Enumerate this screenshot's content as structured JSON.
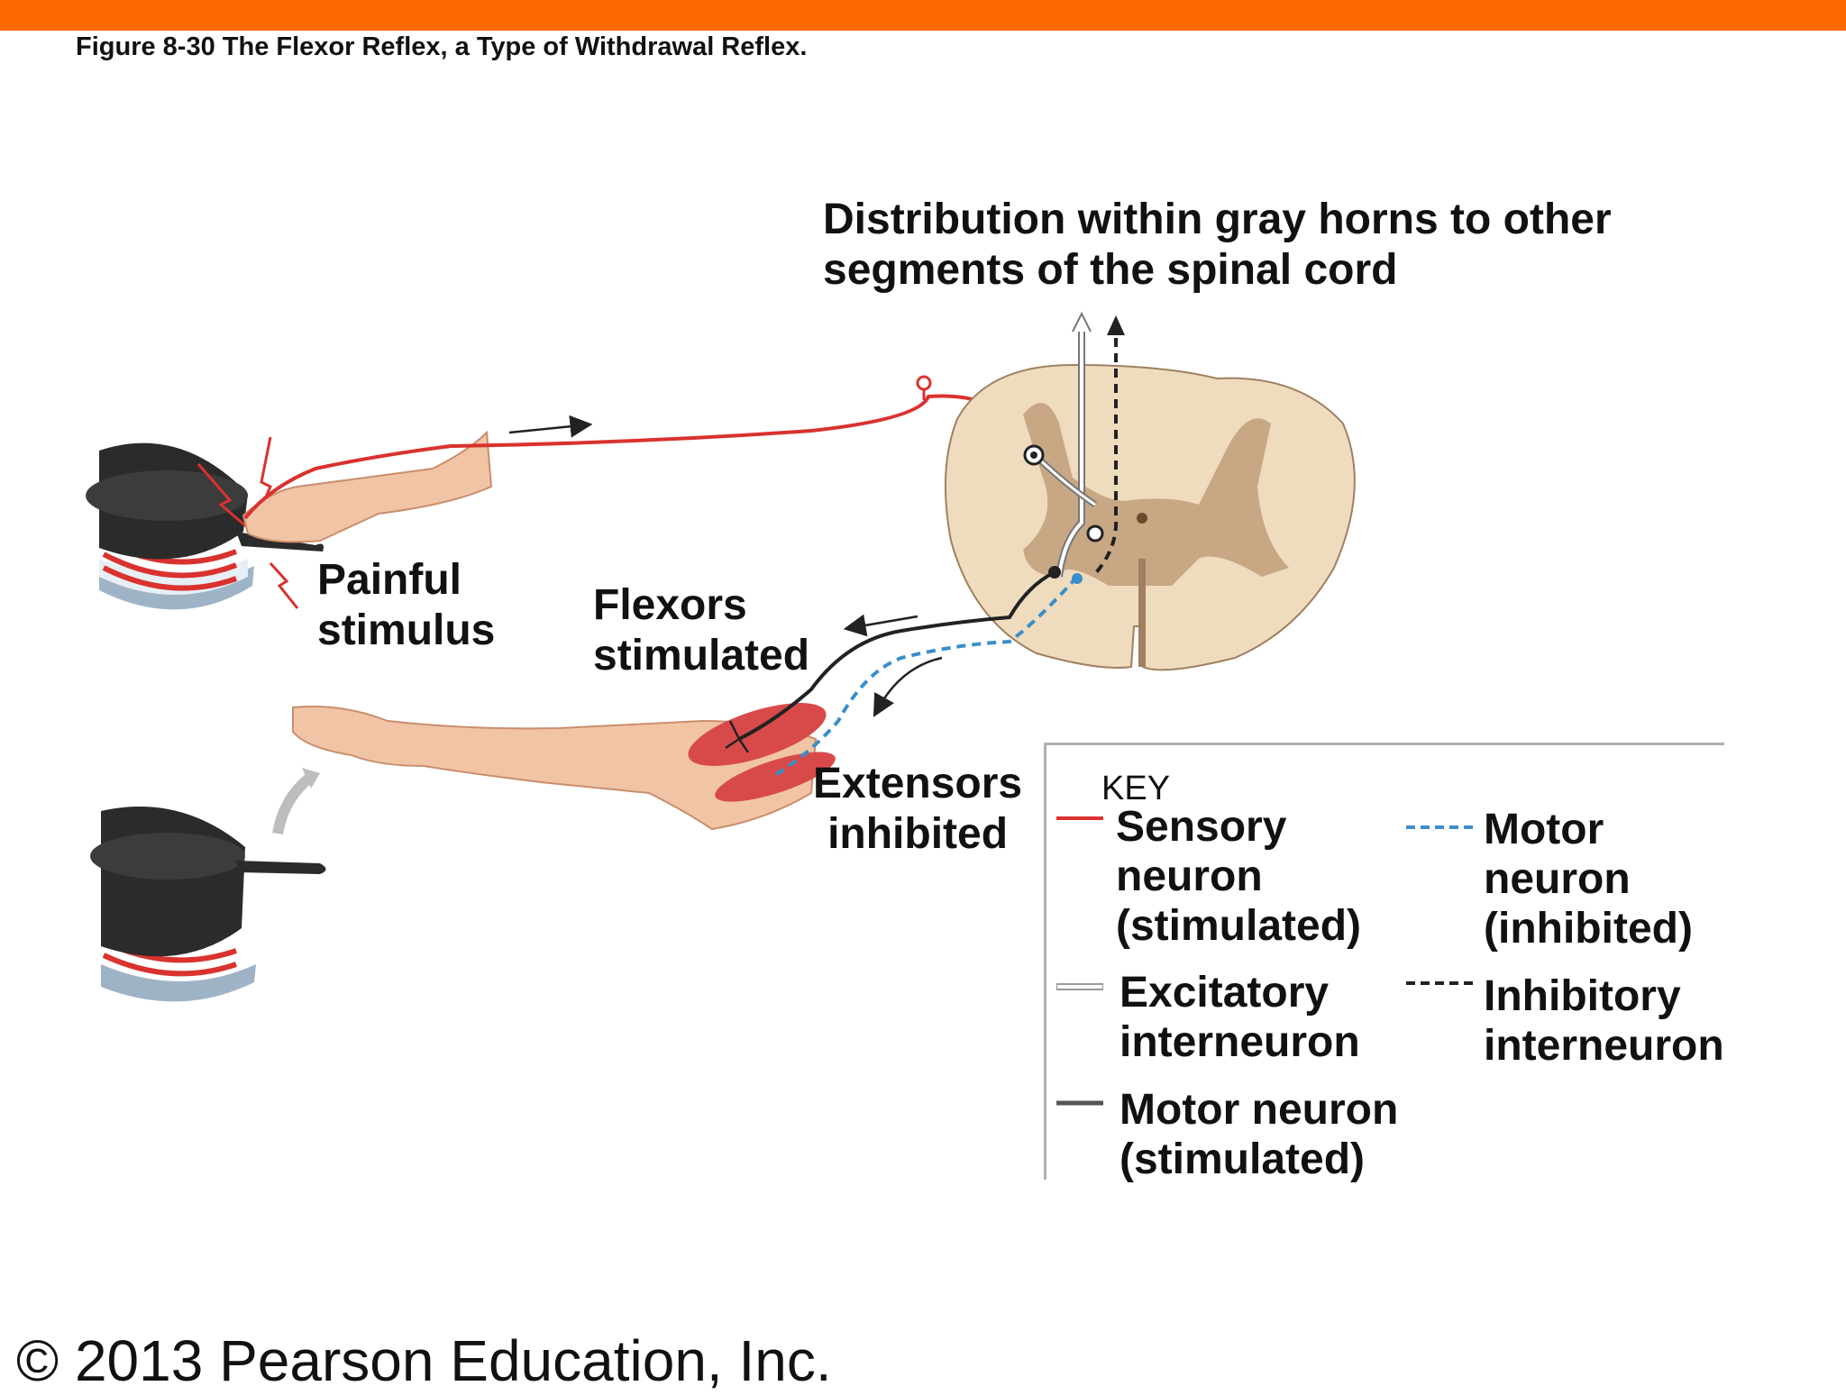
{
  "header": {
    "caption": "Figure 8-30  The Flexor Reflex, a Type of Withdrawal Reflex.",
    "accent_color": "#ff6a00"
  },
  "labels": {
    "distribution": [
      "Distribution within gray horns to other",
      "segments of the spinal cord"
    ],
    "painful_stimulus": [
      "Painful",
      "stimulus"
    ],
    "flexors_stimulated": [
      "Flexors",
      "stimulated"
    ],
    "extensors_inhibited": [
      "Extensors",
      "inhibited"
    ]
  },
  "key": {
    "title": "KEY",
    "items": [
      {
        "id": "sensory",
        "lines": [
          "Sensory",
          "neuron",
          "(stimulated)"
        ],
        "style": "solid",
        "color": "#d9322f"
      },
      {
        "id": "excitatory",
        "lines": [
          "Excitatory",
          "interneuron"
        ],
        "style": "hollow",
        "color": "#ffffff"
      },
      {
        "id": "motor-stim",
        "lines": [
          "Motor neuron",
          "(stimulated)"
        ],
        "style": "solid",
        "color": "#555555"
      },
      {
        "id": "motor-inh",
        "lines": [
          "Motor",
          "neuron",
          "(inhibited)"
        ],
        "style": "dashed",
        "color": "#3a8fc8"
      },
      {
        "id": "inhibitory",
        "lines": [
          "Inhibitory",
          "interneuron"
        ],
        "style": "dashed",
        "color": "#222222"
      }
    ]
  },
  "footer": {
    "copyright": "© 2013 Pearson Education, Inc."
  }
}
